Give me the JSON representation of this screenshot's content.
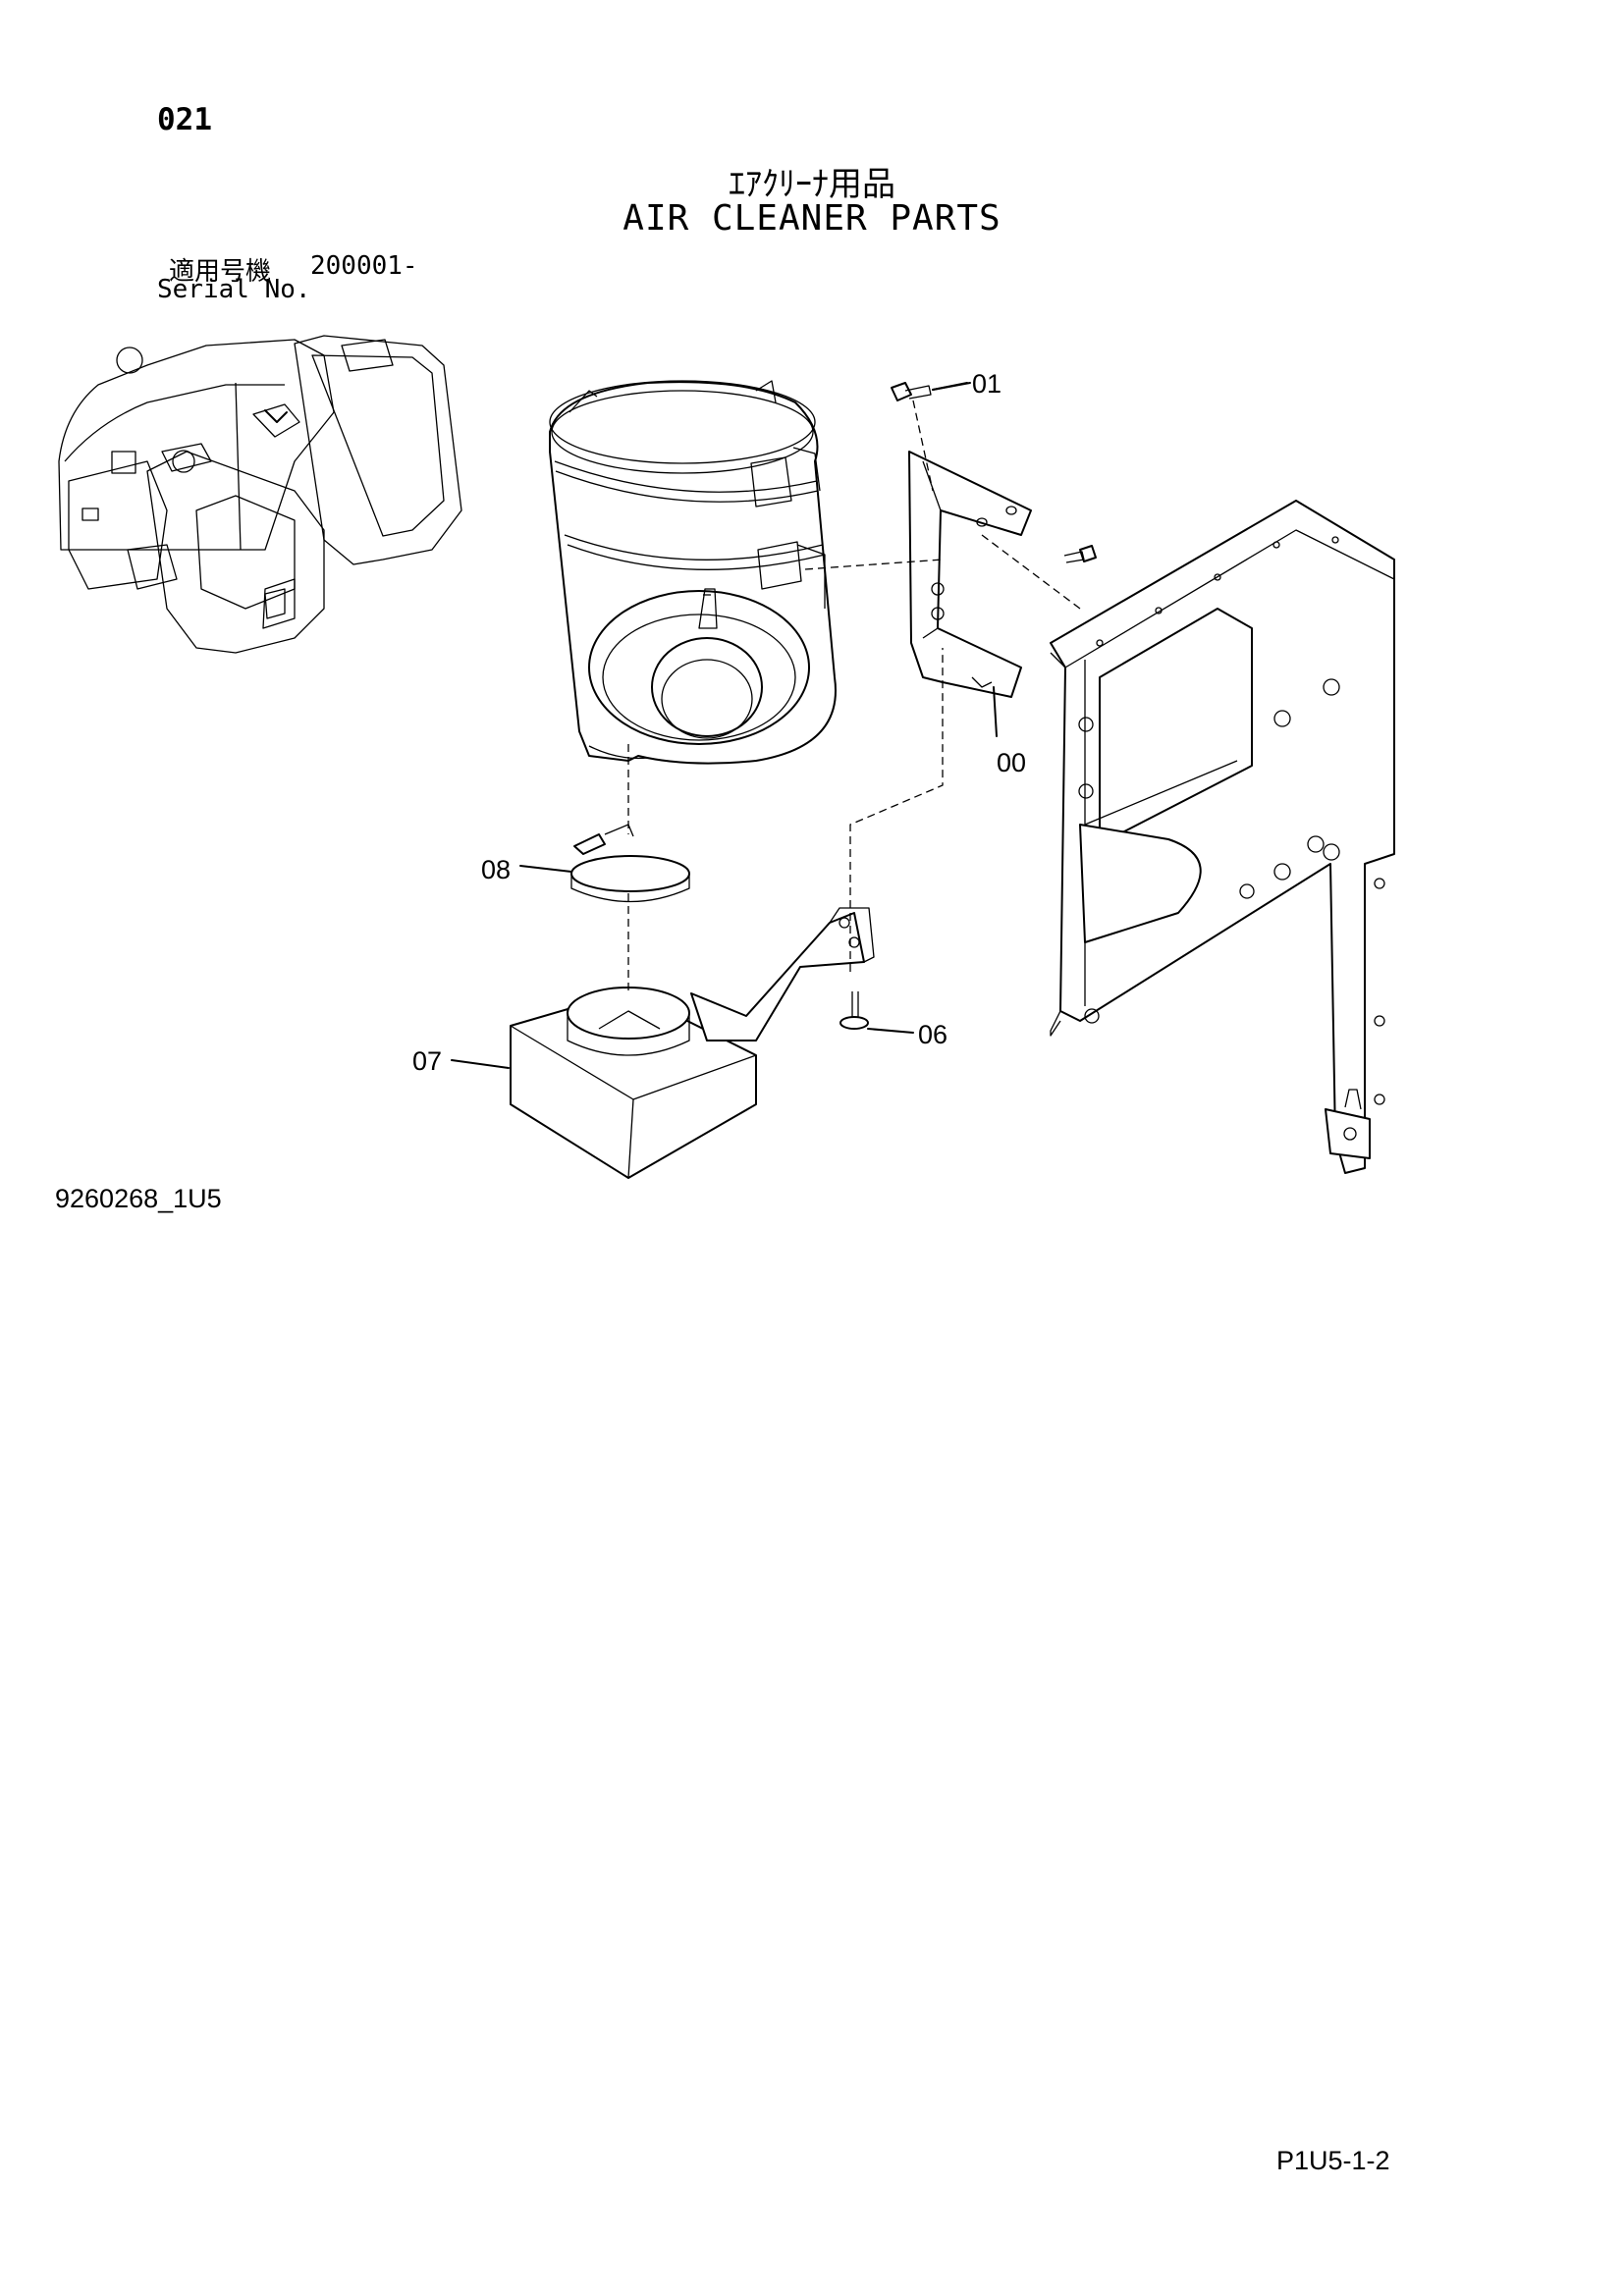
{
  "header": {
    "page_number": "021",
    "title_jp": "ｴｱｸﾘｰﾅ用品",
    "title_en": "AIR CLEANER PARTS",
    "serial_label_jp": "適用号機",
    "serial_value": "200001-",
    "serial_label_en": "Serial No."
  },
  "callouts": [
    {
      "id": "part-01",
      "text": "01"
    },
    {
      "id": "part-00",
      "text": "00"
    },
    {
      "id": "part-08",
      "text": "08"
    },
    {
      "id": "part-06",
      "text": "06"
    },
    {
      "id": "part-07",
      "text": "07"
    }
  ],
  "footer": {
    "figure_id": "9260268_1U5",
    "page_ref": "P1U5-1-2"
  }
}
